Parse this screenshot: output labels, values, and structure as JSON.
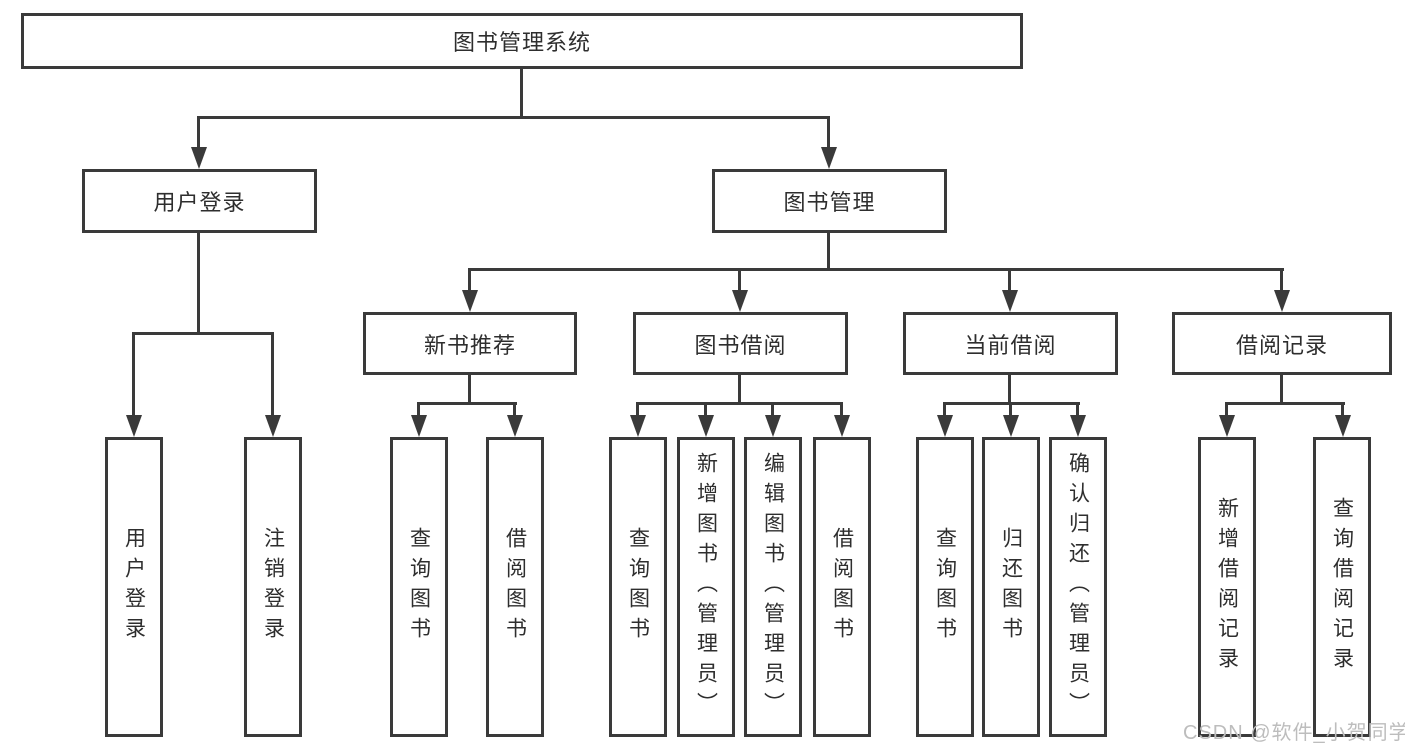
{
  "diagram": {
    "title": "图书管理系统",
    "root": {
      "label": "图书管理系统"
    },
    "level2": [
      {
        "label": "用户登录"
      },
      {
        "label": "图书管理"
      }
    ],
    "level3": [
      {
        "label": "新书推荐"
      },
      {
        "label": "图书借阅"
      },
      {
        "label": "当前借阅"
      },
      {
        "label": "借阅记录"
      }
    ],
    "leaves": [
      {
        "label": "用户登录",
        "parent": "用户登录"
      },
      {
        "label": "注销登录",
        "parent": "用户登录"
      },
      {
        "label": "查询图书",
        "parent": "新书推荐"
      },
      {
        "label": "借阅图书",
        "parent": "新书推荐"
      },
      {
        "label": "查询图书",
        "parent": "图书借阅"
      },
      {
        "label": "新增图书（管理员）",
        "parent": "图书借阅"
      },
      {
        "label": "编辑图书（管理员）",
        "parent": "图书借阅"
      },
      {
        "label": "借阅图书",
        "parent": "图书借阅"
      },
      {
        "label": "查询图书",
        "parent": "当前借阅"
      },
      {
        "label": "归还图书",
        "parent": "当前借阅"
      },
      {
        "label": "确认归还（管理员）",
        "parent": "当前借阅"
      },
      {
        "label": "新增借阅记录",
        "parent": "借阅记录"
      },
      {
        "label": "查询借阅记录",
        "parent": "借阅记录"
      }
    ]
  },
  "watermark": {
    "text": "CSDN @软件_小贺同学"
  },
  "colors": {
    "line": "#3a3a3a",
    "text": "#2e2e2e",
    "watermark": "#bdbdbd",
    "background": "#ffffff"
  }
}
